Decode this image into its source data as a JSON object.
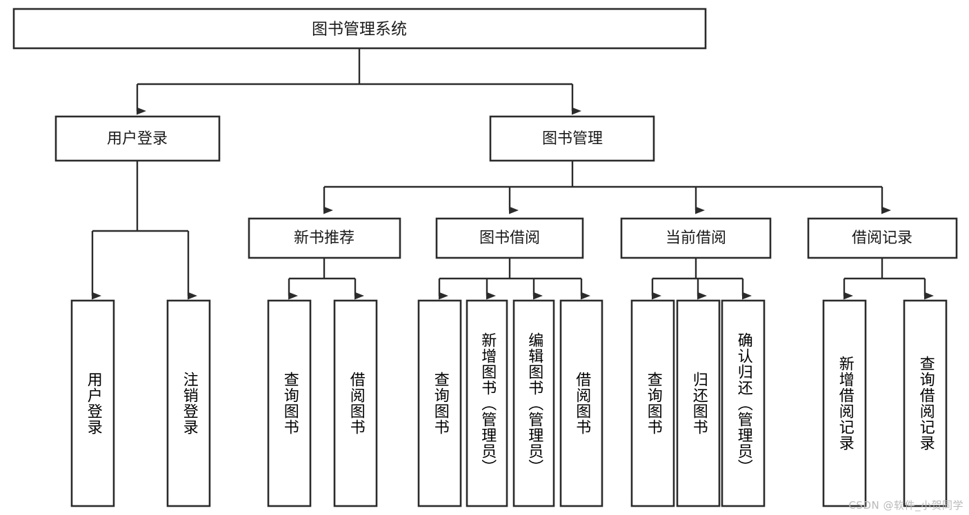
{
  "diagram": {
    "title": "图书管理系统",
    "type": "tree",
    "root": {
      "label": "图书管理系统"
    },
    "level2": [
      {
        "label": "用户登录"
      },
      {
        "label": "图书管理"
      }
    ],
    "level3": [
      {
        "label": "新书推荐"
      },
      {
        "label": "图书借阅"
      },
      {
        "label": "当前借阅"
      },
      {
        "label": "借阅记录"
      }
    ],
    "leaves": {
      "user_login": [
        {
          "label": "用户登录"
        },
        {
          "label": "注销登录"
        }
      ],
      "new_book_recommend": [
        {
          "label": "查询图书"
        },
        {
          "label": "借阅图书"
        }
      ],
      "book_borrow": [
        {
          "label": "查询图书"
        },
        {
          "label": "新增图书（管理员）"
        },
        {
          "label": "编辑图书（管理员）"
        },
        {
          "label": "借阅图书"
        }
      ],
      "current_borrow": [
        {
          "label": "查询图书"
        },
        {
          "label": "归还图书"
        },
        {
          "label": "确认归还（管理员）"
        }
      ],
      "borrow_record": [
        {
          "label": "新增借阅记录"
        },
        {
          "label": "查询借阅记录"
        }
      ]
    }
  },
  "watermark": {
    "text": "CSDN @软件_小贺同学"
  },
  "colors": {
    "stroke": "#2b2b2b",
    "box_fill": "#ffffff",
    "text": "#1a1a1a",
    "watermark": "#b9b9b9",
    "background": "#ffffff"
  }
}
